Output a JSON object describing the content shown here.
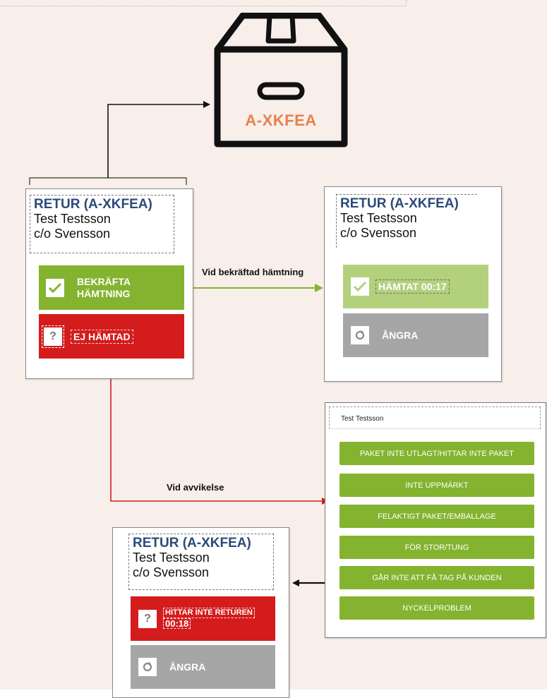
{
  "package": {
    "code": "A-XKFEA",
    "icon": "package-box-icon",
    "accent": "#e8804c"
  },
  "card_main": {
    "title": "RETUR (A-XKFEA)",
    "name": "Test Testsson",
    "co": "c/o Svensson",
    "confirm_label_line1": "BEKRÄFTA",
    "confirm_label_line2": "HÄMTNING",
    "not_picked_label": "EJ HÄMTAD"
  },
  "card_confirmed": {
    "title": "RETUR (A-XKFEA)",
    "name": "Test Testsson",
    "co": "c/o Svensson",
    "picked_label": "HÄMTAT 00:17",
    "undo_label": "ÅNGRA"
  },
  "card_deviation": {
    "title": "RETUR (A-XKFEA)",
    "name": "Test Testsson",
    "co": "c/o Svensson",
    "not_found_line1": "HITTAR INTE RETUREN",
    "not_found_line2": "00:18",
    "undo_label": "ÅNGRA"
  },
  "deviation_list": {
    "title": "Test Testsson",
    "options": [
      "PAKET INTE UTLAGT/HITTAR INTE PAKET",
      "INTE UPPMÄRKT",
      "FELAKTIGT PAKET/EMBALLAGE",
      "FÖR STOR/TUNG",
      "GÅR INTE ATT FÅ TAG PÅ KUNDEN",
      "NYCKELPROBLEM"
    ]
  },
  "arrows": {
    "confirmed_label": "Vid bekräftad hämtning",
    "deviation_label": "Vid avvikelse"
  },
  "colors": {
    "green": "#84b32f",
    "light_green": "#b3d07c",
    "red": "#d41c1c",
    "grey": "#a6a6a6",
    "title_blue": "#2c4a7a",
    "background": "#f8efea"
  }
}
